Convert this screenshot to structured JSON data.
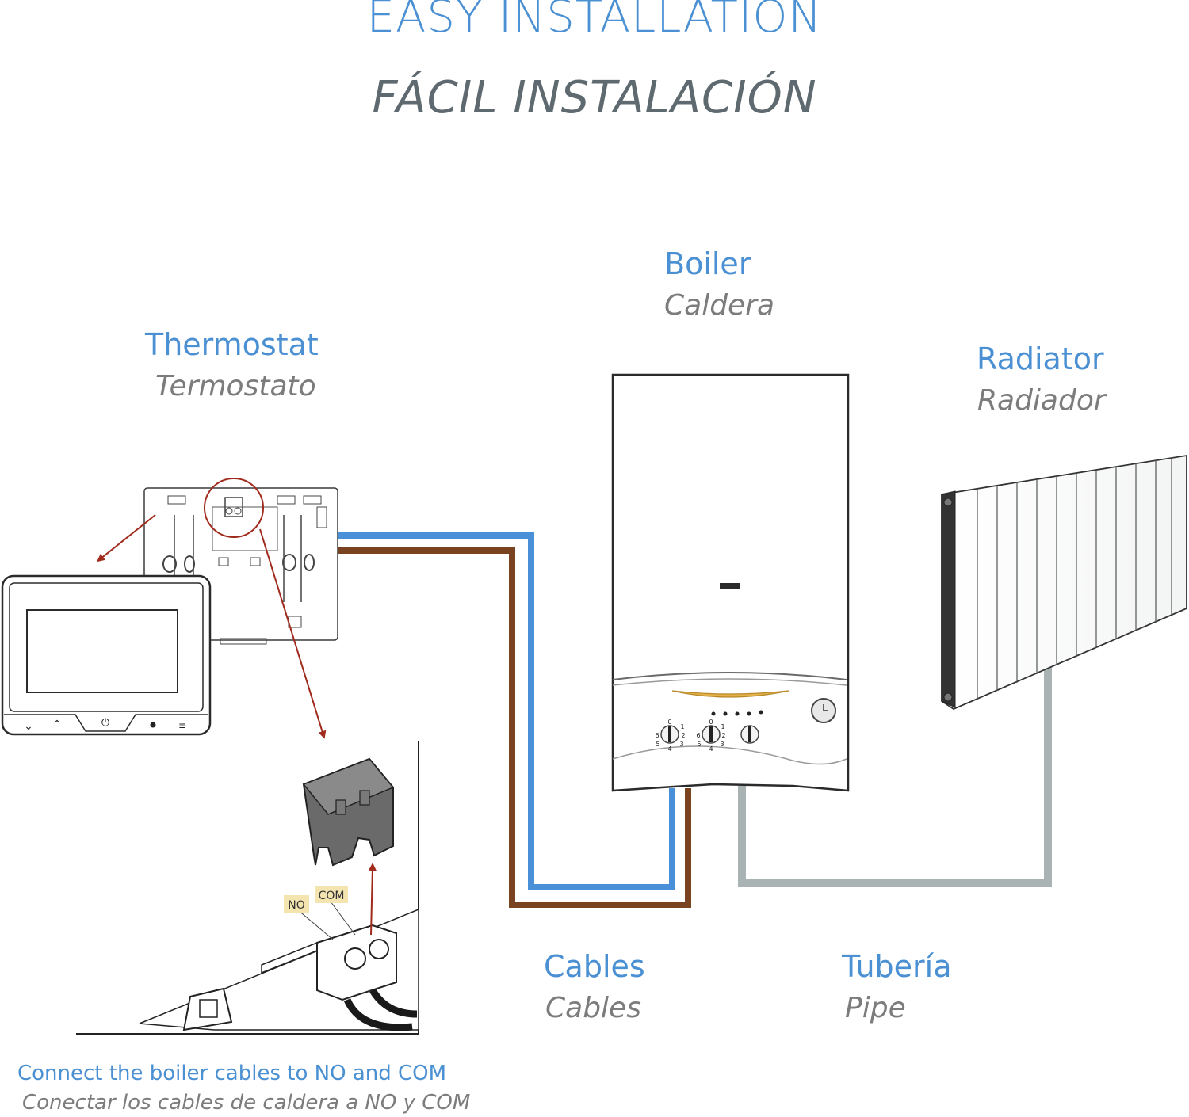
{
  "title": {
    "en": "EASY INSTALLATION",
    "es": "FÁCIL INSTALACIÓN"
  },
  "labels": {
    "thermostat": {
      "en": "Thermostat",
      "es": "Termostato"
    },
    "boiler": {
      "en": "Boiler",
      "es": "Caldera"
    },
    "radiator": {
      "en": "Radiator",
      "es": "Radiador"
    },
    "cables": {
      "en": "Cables",
      "es": "Cables"
    },
    "pipe": {
      "en": "Tubería",
      "es": "Pipe"
    }
  },
  "terminals": {
    "no": "NO",
    "com": "COM"
  },
  "boiler_dials": {
    "dial1": [
      "0",
      "1",
      "2",
      "3",
      "4",
      "5",
      "6"
    ],
    "dial2": [
      "0",
      "1",
      "2",
      "3",
      "4",
      "5",
      "6"
    ]
  },
  "caption": {
    "en": "Connect the boiler cables to NO and COM",
    "es": "Conectar los cables de caldera a NO y COM"
  },
  "colors": {
    "heading_blue": "#4a90d2",
    "subtitle_gray": "#7c7c7c",
    "cable_blue": "#4a90d9",
    "cable_brown": "#7a4320",
    "pipe_gray": "#a9b3b3",
    "arrow_red": "#a02a1c",
    "terminal_label_bg": "#f3e4b0"
  }
}
